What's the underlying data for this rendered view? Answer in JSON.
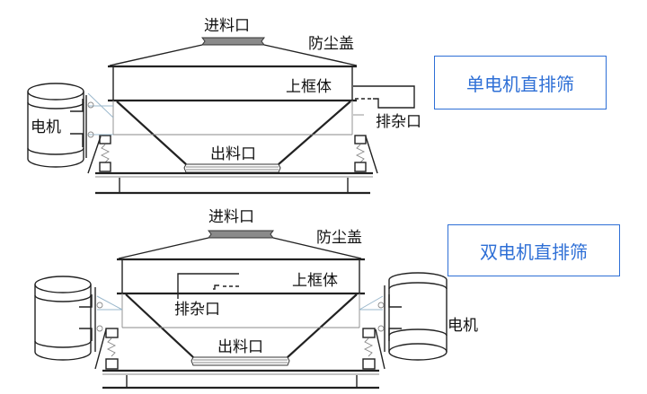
{
  "diagrams": [
    {
      "title": "单电机直排筛",
      "labels": {
        "inlet": "进料口",
        "dust_cover": "防尘盖",
        "upper_frame": "上框体",
        "impurity_outlet": "排杂口",
        "discharge_outlet": "出料口",
        "motor": "电机"
      },
      "motor_count": 1
    },
    {
      "title": "双电机直排筛",
      "labels": {
        "inlet": "进料口",
        "dust_cover": "防尘盖",
        "upper_frame": "上框体",
        "impurity_outlet": "排杂口",
        "discharge_outlet": "出料口",
        "motor": "电机"
      },
      "motor_count": 2
    }
  ],
  "colors": {
    "accent": "#2e6fd6",
    "line": "#222222",
    "inlet_fill": "#8a8a8a"
  }
}
